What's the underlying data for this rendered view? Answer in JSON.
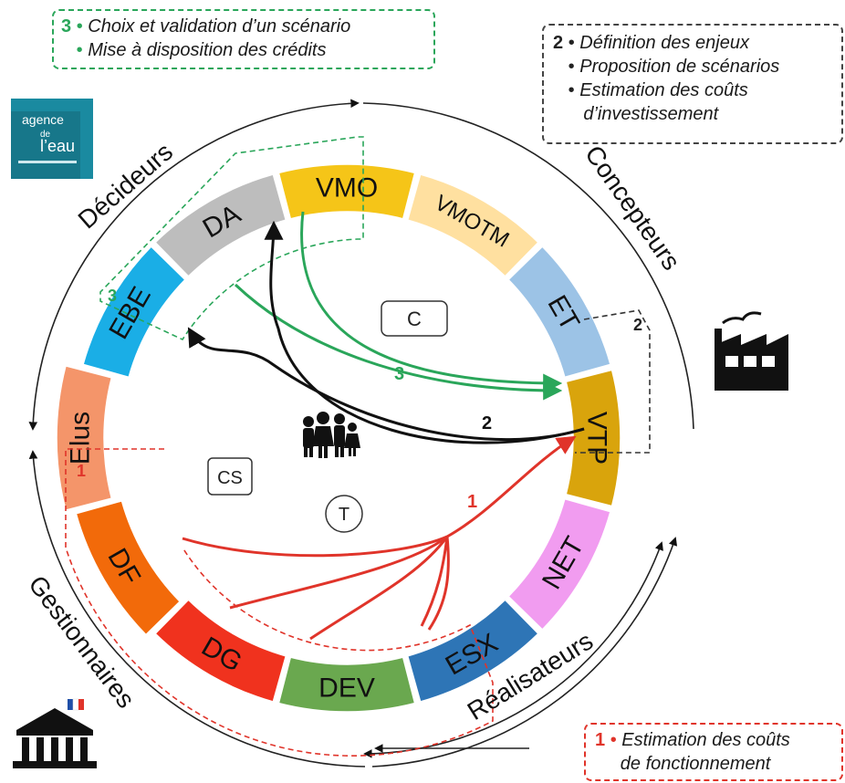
{
  "info_boxes": {
    "box3": {
      "number": "3",
      "lines": [
        "Choix et validation d’un scénario",
        "Mise à disposition des crédits"
      ]
    },
    "box2": {
      "number": "2",
      "lines": [
        "Définition des enjeux",
        "Proposition de scénarios",
        "Estimation des coûts",
        "d’investissement"
      ]
    },
    "box1": {
      "number": "1",
      "lines": [
        "Estimation des coûts",
        "de fonctionnement"
      ]
    }
  },
  "groups": {
    "decideurs": "Décideurs",
    "concepteurs": "Concepteurs",
    "realisateurs": "Réalisateurs",
    "gestionnaires": "Gestionnaires"
  },
  "segments": [
    {
      "label": "Elus",
      "color": "#f4956a"
    },
    {
      "label": "EBE",
      "color": "#1aaee6"
    },
    {
      "label": "DA",
      "color": "#bdbdbd"
    },
    {
      "label": "VMO",
      "color": "#f5c518"
    },
    {
      "label": "VMOTM",
      "color": "#ffe0a0"
    },
    {
      "label": "ET",
      "color": "#9cc3e6"
    },
    {
      "label": "VTP",
      "color": "#d9a40c"
    },
    {
      "label": "NET",
      "color": "#f19cf0"
    },
    {
      "label": "ESX",
      "color": "#2e75b6"
    },
    {
      "label": "DEV",
      "color": "#6aa84f"
    },
    {
      "label": "DG",
      "color": "#f0321e"
    },
    {
      "label": "DF",
      "color": "#f26a0a"
    }
  ],
  "inner_labels": {
    "c": "C",
    "cs": "CS",
    "t": "T"
  },
  "flow_labels": {
    "f1": "1",
    "f2": "2",
    "f3": "3"
  },
  "dashed_zone_labels": {
    "z3": "3",
    "z2": "2",
    "z1": "1"
  },
  "logo": {
    "line1": "agence",
    "line2": "de",
    "line3": "l’eau"
  },
  "colors": {
    "green": "#2aa65a",
    "red": "#e0342a",
    "black": "#111111"
  }
}
